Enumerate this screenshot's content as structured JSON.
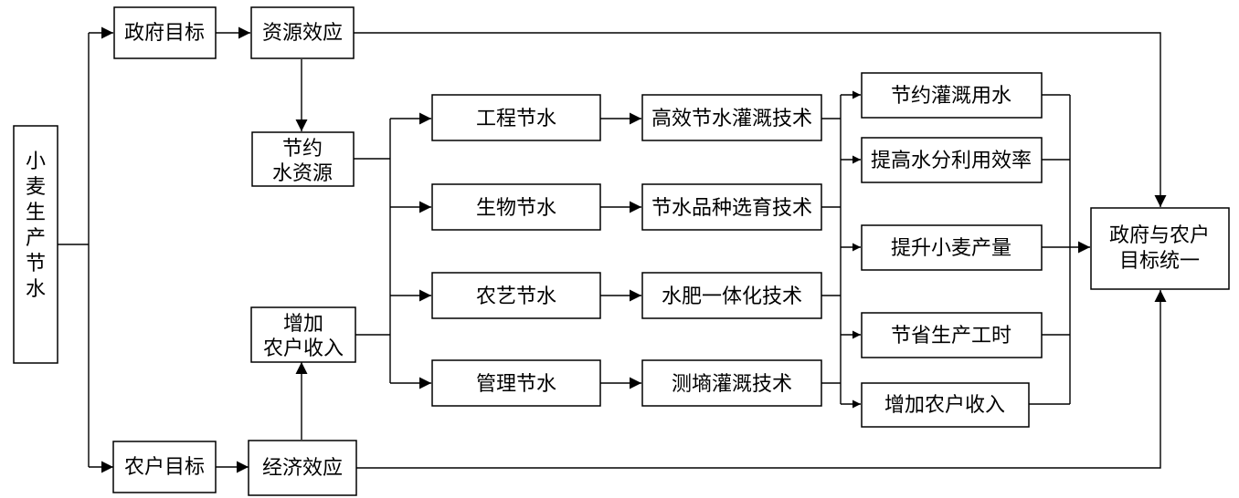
{
  "nodes": {
    "root": [
      "小",
      "麦",
      "生",
      "产",
      "节",
      "水"
    ],
    "gov_goal": "政府目标",
    "farmer_goal": "农户目标",
    "resource_effect": "资源效应",
    "economic_effect": "经济效应",
    "save_water_resource": [
      "节约",
      "水资源"
    ],
    "increase_income_left": [
      "增加",
      "农户收入"
    ],
    "engineering": "工程节水",
    "biological": "生物节水",
    "agronomic": "农艺节水",
    "management": "管理节水",
    "tech_irrigation": "高效节水灌溉技术",
    "tech_breeding": "节水品种选育技术",
    "tech_fertigation": "水肥一体化技术",
    "tech_moisture": "测墒灌溉技术",
    "out_save_irrigation": "节约灌溉用水",
    "out_efficiency": "提高水分利用效率",
    "out_yield": "提升小麦产量",
    "out_labor": "节省生产工时",
    "out_income": "增加农户收入",
    "final": [
      "政府与农户",
      "目标统一"
    ]
  }
}
